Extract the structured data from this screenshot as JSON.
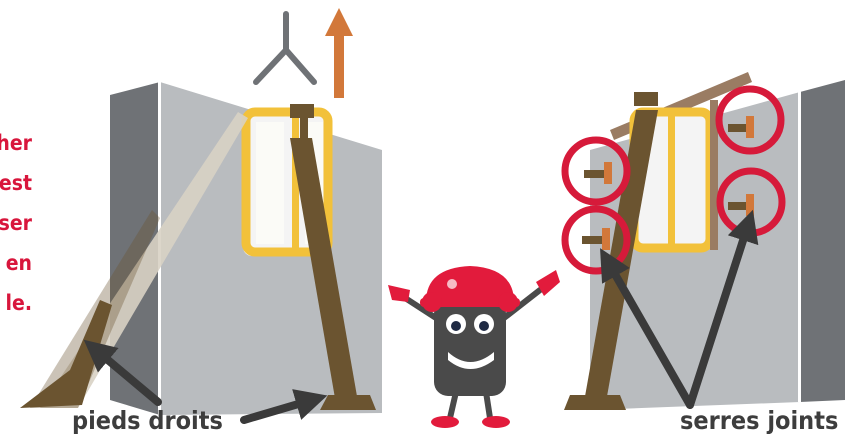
{
  "caption_fragments": [
    "her",
    "est",
    "ser",
    "en",
    "le."
  ],
  "labels": {
    "left": "pieds droits",
    "right": "serres joints"
  },
  "colors": {
    "caption": "#d8163c",
    "label": "#3d3d3d",
    "wall_face": "#b9bcbf",
    "wall_side": "#6f7276",
    "window_frame": "#f2c13a",
    "strut": "#6b5430",
    "strut_pale": "#d8d2c4",
    "up_arrow": "#d2783a",
    "mascot_helmet": "#e21b3c",
    "clamp_circle": "#d61a3a",
    "pointer_arrow": "#3a3a3a"
  },
  "icons": [
    "lift-hook-icon",
    "up-arrow-icon",
    "mascot-character",
    "clamp-highlight-circle",
    "pointer-arrow-icon"
  ]
}
